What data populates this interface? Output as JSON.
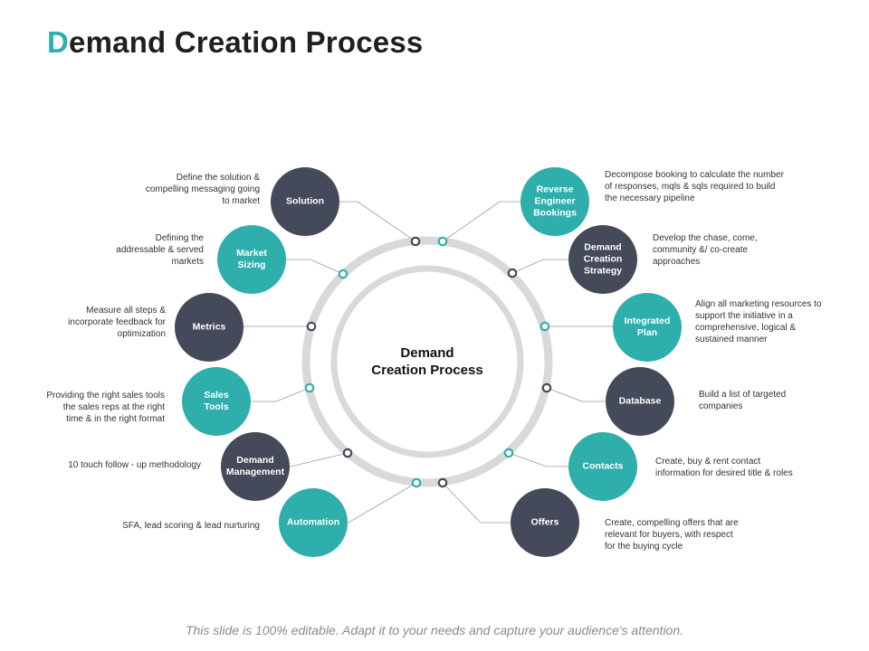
{
  "title": {
    "first_letter": "D",
    "rest": "emand Creation Process"
  },
  "center": {
    "label": "Demand\nCreation Process"
  },
  "colors": {
    "teal": "#2eafac",
    "dark": "#454a5a",
    "ring": "#d9d9d9",
    "connector": "#9a9a9a"
  },
  "steps": [
    {
      "label": "Solution",
      "color": "dark",
      "description": "Define the solution &\ncompelling messaging going\nto market"
    },
    {
      "label": "Market\nSizing",
      "color": "teal",
      "description": "Defining the\naddressable & served\nmarkets"
    },
    {
      "label": "Metrics",
      "color": "dark",
      "description": "Measure all steps &\nincorporate feedback for\noptimization"
    },
    {
      "label": "Sales\nTools",
      "color": "teal",
      "description": "Providing the right sales tools\nthe sales reps at the right\ntime & in the right format"
    },
    {
      "label": "Demand\nManagement",
      "color": "dark",
      "description": "10 touch follow - up methodology"
    },
    {
      "label": "Automation",
      "color": "teal",
      "description": "SFA, lead scoring & lead nurturing"
    },
    {
      "label": "Reverse\nEngineer\nBookings",
      "color": "teal",
      "description": "Decompose booking to calculate the number\nof responses, mqls & sqls required to build\nthe necessary pipeline"
    },
    {
      "label": "Demand\nCreation\nStrategy",
      "color": "dark",
      "description": "Develop the chase, come,\ncommunity &/ co-create\napproaches"
    },
    {
      "label": "Integrated\nPlan",
      "color": "teal",
      "description": "Align all marketing resources to\nsupport the initiative in a\ncomprehensive, logical &\nsustained manner"
    },
    {
      "label": "Database",
      "color": "dark",
      "description": "Build a list of targeted\ncompanies"
    },
    {
      "label": "Contacts",
      "color": "teal",
      "description": "Create, buy & rent contact\ninformation for desired title & roles"
    },
    {
      "label": "Offers",
      "color": "dark",
      "description": "Create, compelling offers that are\nrelevant for buyers, with respect\nfor the buying cycle"
    }
  ],
  "footer": "This slide is 100% editable. Adapt it to your needs and capture your audience's attention."
}
